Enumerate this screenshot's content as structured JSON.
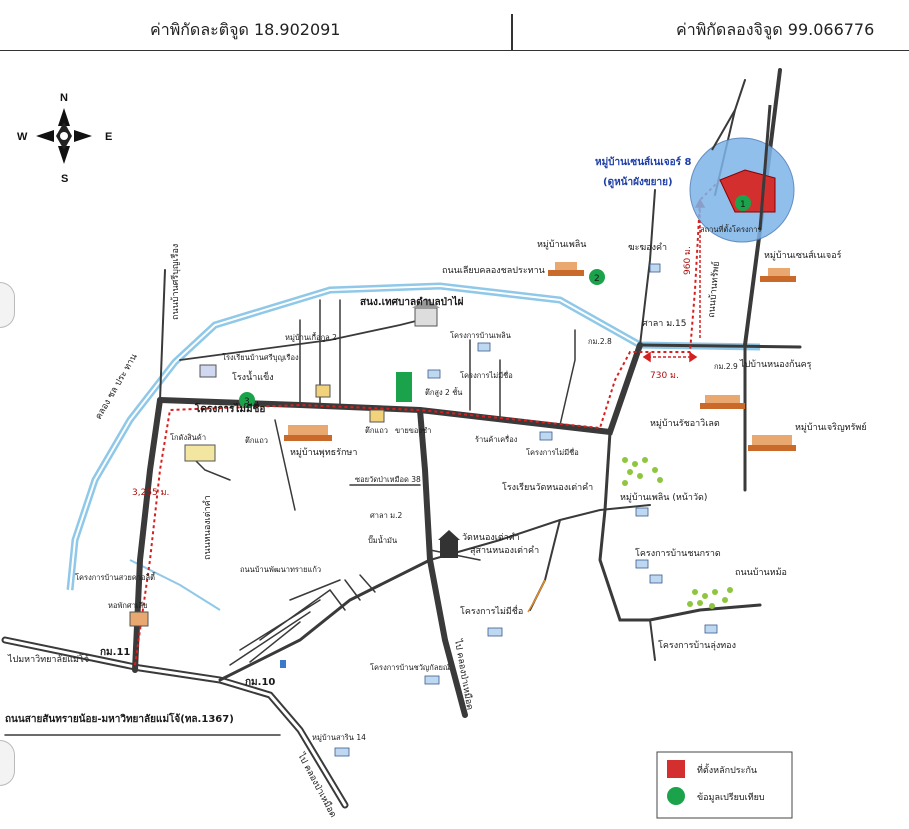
{
  "header": {
    "latitude": "ค่าพิกัดละติจูด 18.902091",
    "longitude": "ค่าพิกัดลองจิจูด 99.066776"
  },
  "compass": {
    "n": "N",
    "s": "S",
    "e": "E",
    "w": "W"
  },
  "colors": {
    "road": "#3a3a3a",
    "canal": "#8fc8e8",
    "route": "#d62020",
    "circle": "#7db4e8",
    "marker_red": "#d32f2f",
    "marker_green": "#1aa34a",
    "trees": "#8ec63f"
  },
  "labels": {
    "village_sansai_8": "หมู่บ้านเซนส์เนเจอร์ 8",
    "village_sansai_8_sub": "(ดูหน้าผังขยาย)",
    "site_label": "สถานที่ตั้งโครงการ",
    "village_phoen": "หมู่บ้านเพลิน",
    "khong_kham": "ฆะฆองคำ",
    "canal_road": "ถนนเลียบคลองชลประทาน",
    "road_right_vertical": "ถนนบ้านทรัพย์",
    "dist_960": "960 ม.",
    "sala_m15": "ศาลา ม.15",
    "km_28": "กม.2.8",
    "village_sansai_natural": "หมู่บ้านเซนส์เนเจอร์",
    "to_nong_khon": "ไปบ้านหนองก้นครุ",
    "dist_730": "730 ม.",
    "km_29": "กม.2.9",
    "village_rua_asvat": "หมู่บ้านรัชอาวิเลต",
    "village_chirathira": "หมู่บ้านเจริญทรัพย์",
    "village_phoen_2": "หมู่บ้านเพลิน (หน้าวัด)",
    "thesaban": "สนง.เทศบาลตำบลป่าไผ่",
    "proj_ban_phoen": "โครงการบ้านเพลิน",
    "village_km2": "หมู่บ้านเกื้อกูล 2",
    "school_boon": "โรงเรียนบ้านศรีบุญเรือง",
    "market_nong": "โรงน้ำแข็ง",
    "road_sri_boon": "ถนนบ้านศรีบุญเรือง",
    "canal_side_road": "คลอง ชล ประ ทาน",
    "proj_mai_mee_sue": "โครงการไม่มีชื่อ",
    "warehouse": "โกดังสินค้า",
    "gas_station": "ปั๊มน้ำมัน",
    "village_phut": "หมู่บ้านพุทธรักษา",
    "temple_label": "ตึกแถว",
    "shop_2floor": "ตึกสูง 2 ชั้น",
    "shop_row": "ตึกแถว",
    "shop_khong": "ขายของชำ",
    "store_kao": "ร้านค้าเครื่อง",
    "proj_no_name_2": "โครงการไม่มีชื่อ",
    "proj_no_name_3": "โครงการไม่มีชื่อ",
    "school_wat": "โรงเรียนวัดหนองเต่าคำ",
    "dist_3255": "3,255 ม.",
    "road_mae_faek": "ถนนหนองเต่าคำ",
    "soi_wat": "ซอยวัดป่าเหมือด 38",
    "sala_m2": "ศาลา ม.2",
    "pump_water": "ปั๊มน้ำมัน",
    "wat_nong": "วัดหนองเต่าคำ",
    "health_center": "สุสานหนองเต่าคำ",
    "proj_ban_sanko": "โครงการบ้านชนกราด",
    "road_ban_mai": "ถนนบ้านหม้อ",
    "proj_sawan": "โครงการบ้านสวยควอลิตี้",
    "hospital": "หอพักศาเลีย",
    "road_phattana": "ถนนบ้านพัฒนาทรายแก้ว",
    "km_11": "กม.11",
    "to_university": "ไปมหาวิทยาลัยแม่โจ้",
    "km_10": "กม.10",
    "proj_no_name_4": "โครงการไม่มีชื่อ",
    "proj_ban_chawan": "โครงการบ้านชวัญกัลยณ์",
    "to_khlong_mueang": "ไป คลองป่าเหมือด",
    "proj_ban_lung_thong": "โครงการบ้านลุ่งทอง",
    "main_highway": "ถนนสายสันทรายน้อย-มหาวิทยาลัยแม่โจ้(ทล.1367)",
    "village_saksri": "หมู่บ้านสาริน 14",
    "to_khlong_mueang_2": "ไป คลองป่าเหมือด"
  },
  "legend": {
    "site": "ที่ตั้งหลักประกัน",
    "comparable": "ข้อมูลเปรียบเทียบ"
  },
  "markers": {
    "m1": "1",
    "m2": "2",
    "m3": "3"
  }
}
